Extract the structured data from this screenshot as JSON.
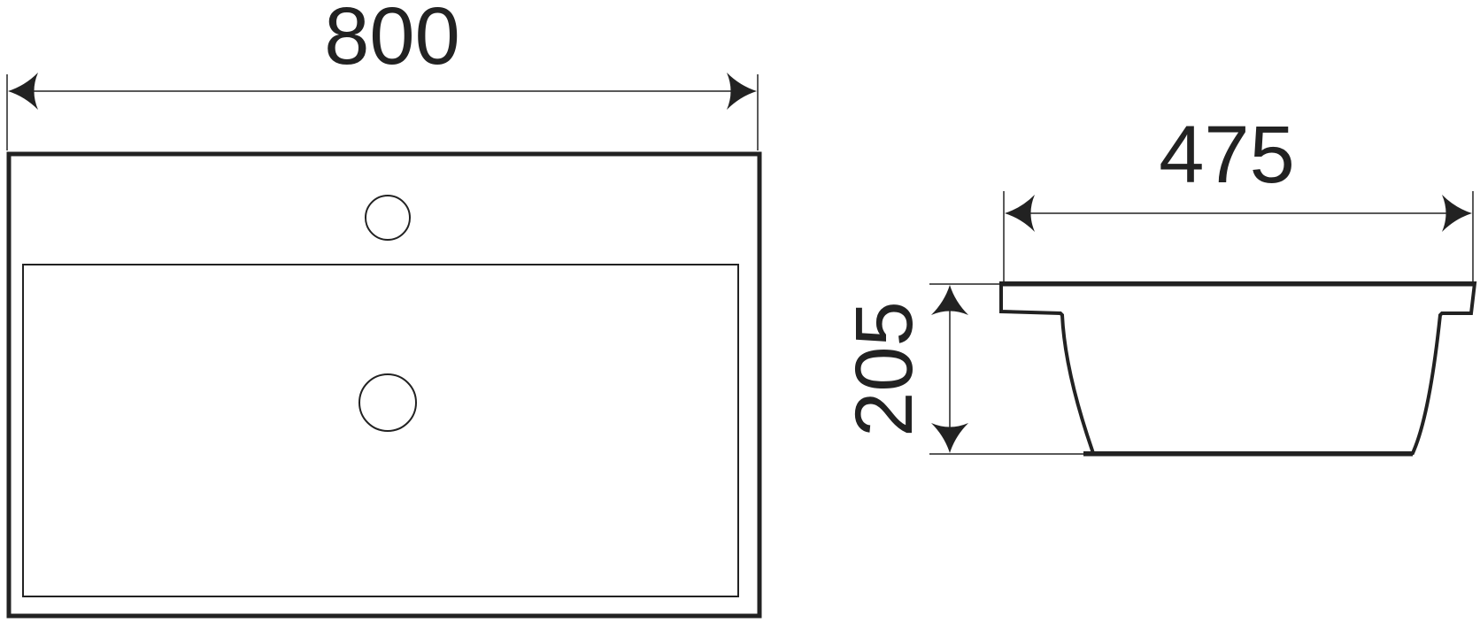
{
  "drawing": {
    "colors": {
      "line": "#222222",
      "background": "#ffffff"
    },
    "top_view": {
      "width_label": "800",
      "features": [
        "faucet-hole",
        "basin-opening",
        "drain-hole"
      ]
    },
    "side_view": {
      "width_label": "475",
      "height_label": "205"
    }
  }
}
